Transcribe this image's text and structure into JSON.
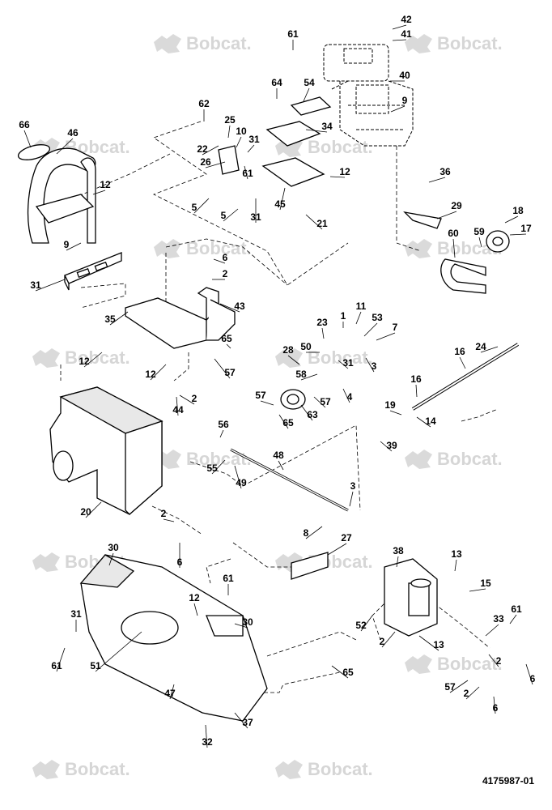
{
  "document_id": "4175987-01",
  "watermark_text": "Bobcat.",
  "colors": {
    "ink": "#000000",
    "watermark": "#d6d6d6",
    "paper": "#ffffff"
  },
  "callouts": [
    "1",
    "2",
    "3",
    "4",
    "5",
    "6",
    "7",
    "8",
    "9",
    "10",
    "11",
    "12",
    "13",
    "14",
    "15",
    "16",
    "17",
    "18",
    "19",
    "20",
    "21",
    "22",
    "23",
    "24",
    "25",
    "26",
    "27",
    "28",
    "29",
    "30",
    "31",
    "32",
    "33",
    "34",
    "35",
    "36",
    "37",
    "38",
    "39",
    "40",
    "41",
    "42",
    "43",
    "44",
    "45",
    "46",
    "47",
    "48",
    "49",
    "50",
    "51",
    "52",
    "53",
    "54",
    "55",
    "56",
    "57",
    "58",
    "59",
    "60",
    "61",
    "62",
    "63",
    "64",
    "65",
    "66"
  ]
}
